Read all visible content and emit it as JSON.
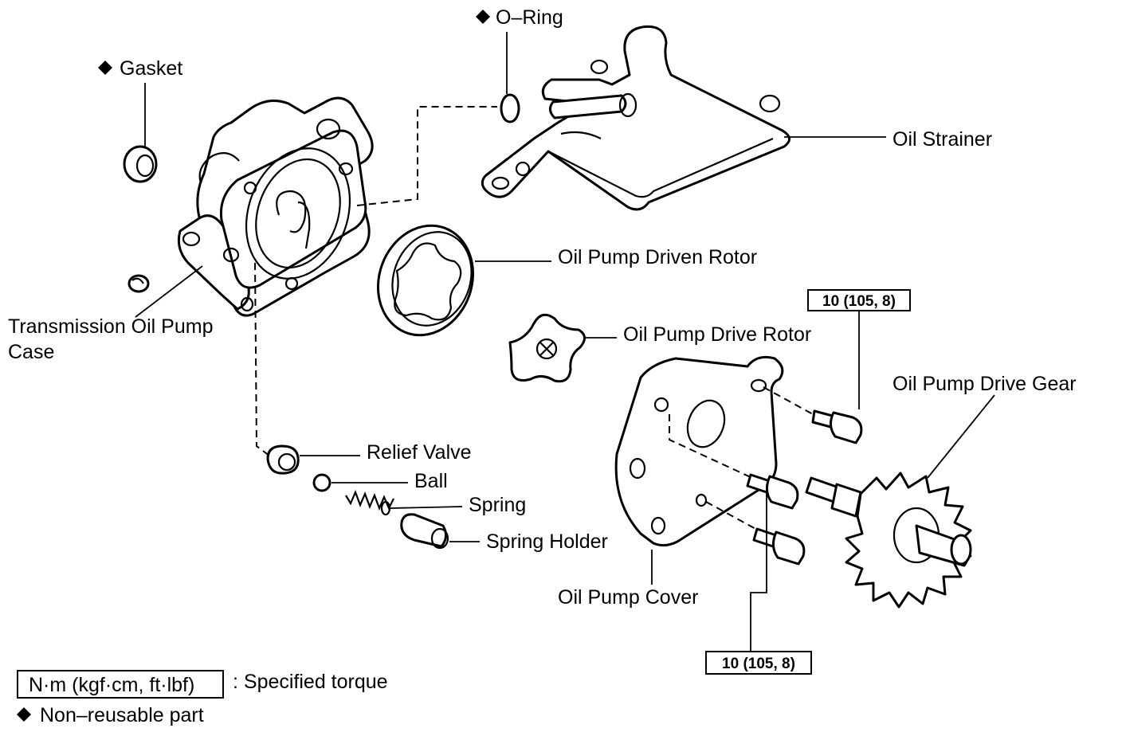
{
  "labels": {
    "o_ring": "O–Ring",
    "gasket": "Gasket",
    "oil_strainer": "Oil Strainer",
    "driven_rotor": "Oil Pump Driven Rotor",
    "drive_rotor": "Oil Pump Drive Rotor",
    "pump_case_line1": "Transmission Oil Pump",
    "pump_case_line2": "Case",
    "drive_gear": "Oil Pump Drive Gear",
    "relief_valve": "Relief Valve",
    "ball": "Ball",
    "spring": "Spring",
    "spring_holder": "Spring Holder",
    "pump_cover": "Oil Pump Cover"
  },
  "torque": {
    "upper": "10 (105, 8)",
    "lower": "10 (105, 8)"
  },
  "legend": {
    "torque_box": "N·m (kgf·cm, ft·lbf)",
    "torque_desc": ": Specified torque",
    "non_reusable": "Non–reusable part"
  },
  "symbols": {
    "non_reusable_marker": "diamond-icon"
  }
}
